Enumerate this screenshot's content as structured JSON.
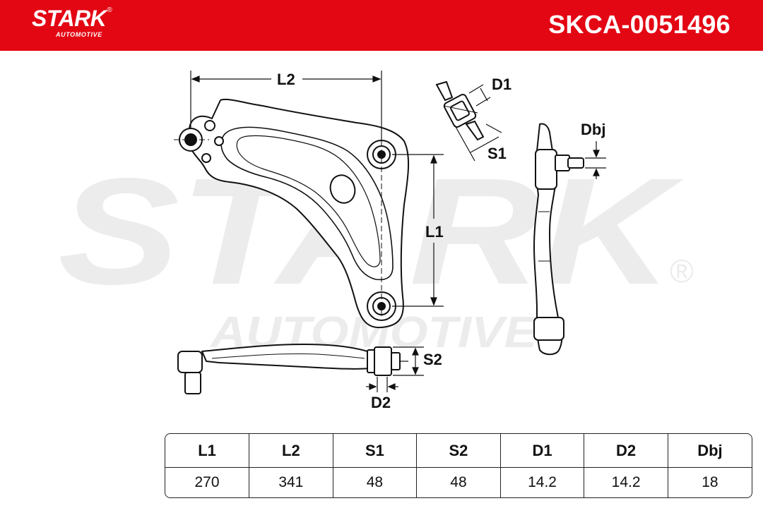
{
  "header": {
    "brand": "STARK",
    "brand_reg": "®",
    "brand_sub": "AUTOMOTIVE",
    "part_number": "SKCA-0051496",
    "accent_color": "#e30613"
  },
  "watermark": {
    "main": "STARK",
    "sub": "AUTOMOTIVE",
    "reg": "®"
  },
  "dimension_labels": {
    "L1": "L1",
    "L2": "L2",
    "S1": "S1",
    "S2": "S2",
    "D1": "D1",
    "D2": "D2",
    "Dbj": "Dbj"
  },
  "spec_table": {
    "headers": [
      "L1",
      "L2",
      "S1",
      "S2",
      "D1",
      "D2",
      "Dbj"
    ],
    "values": [
      "270",
      "341",
      "48",
      "48",
      "14.2",
      "14.2",
      "18"
    ]
  }
}
